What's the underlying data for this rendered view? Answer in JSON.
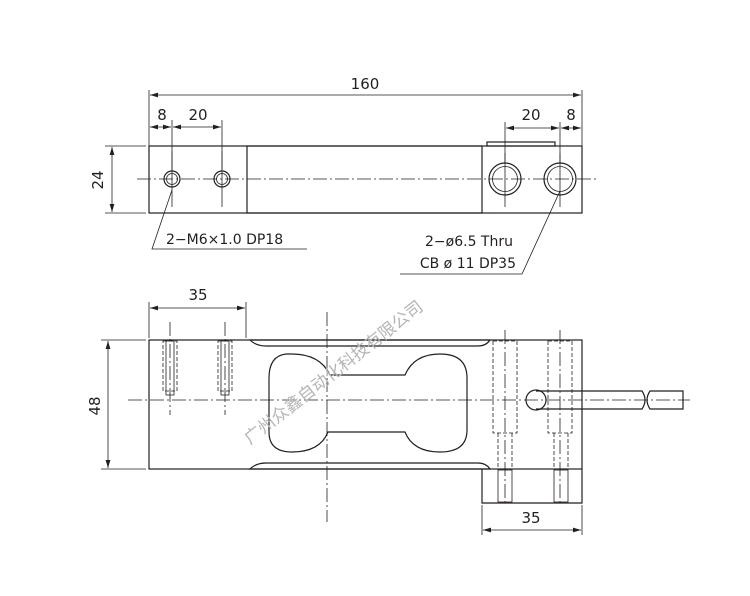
{
  "top_view": {
    "overall_length": "160",
    "left_edge_offset": "8",
    "left_hole_pitch": "20",
    "right_hole_pitch": "20",
    "right_edge_offset": "8",
    "height": "24",
    "thread_note": "2−M6×1.0 DP18",
    "thru_note_line1": "2−ø6.5 Thru",
    "thru_note_line2": "CB ø 11 DP35"
  },
  "side_view": {
    "left_hole_span": "35",
    "height": "48",
    "right_hole_span": "35"
  },
  "watermark": "广州众鑫自动化科技有限公司"
}
